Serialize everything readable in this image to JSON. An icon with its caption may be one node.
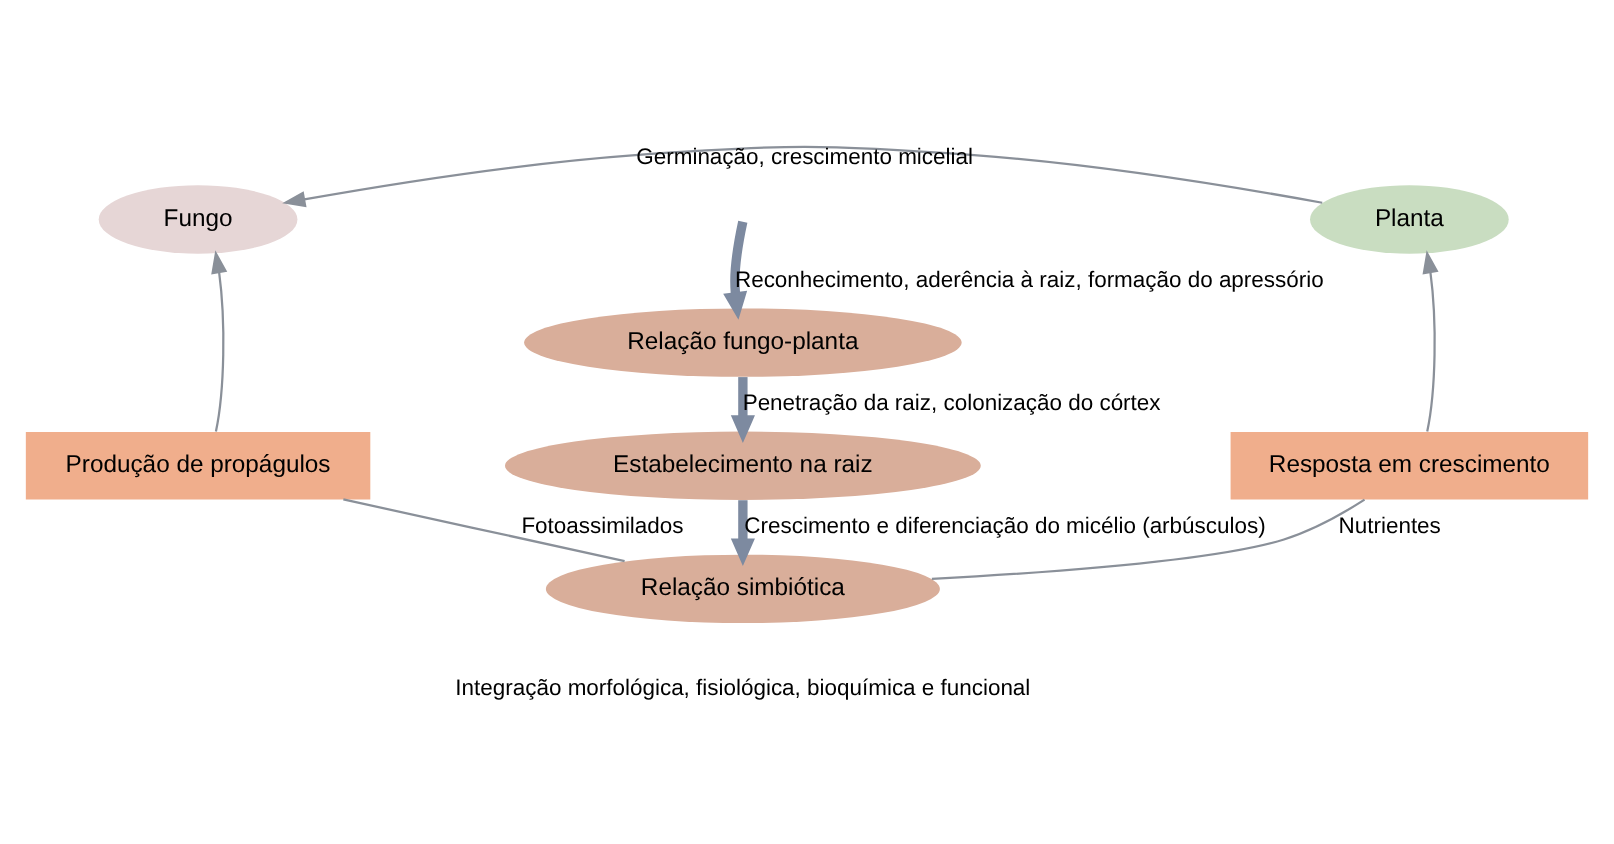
{
  "diagram": {
    "nodes": [
      {
        "text": [
          "Fungo"
        ]
      },
      {
        "text": [
          "Planta"
        ]
      },
      {
        "text": [
          "Relação fungo-planta"
        ]
      },
      {
        "text": [
          "Estabelecimento na raiz"
        ]
      },
      {
        "text": [
          "Relação simbiótica"
        ],
        "beside": [
          "Integração morfológica, fisiológica, bioquímica e funcional"
        ]
      },
      {
        "text": [
          "Produção de propágulos"
        ]
      },
      {
        "text": [
          "Resposta em crescimento"
        ]
      }
    ],
    "edges": [
      {
        "from": 1,
        "to": 0,
        "arrow": "to",
        "label": "Germinação, crescimento micelial"
      },
      {
        "from": null,
        "to": 2,
        "arrow": "to",
        "label": "Reconhecimento, aderência à raiz, formação do apressório",
        "style": "thick",
        "color": "#7d8aa0"
      },
      {
        "from": 2,
        "to": 3,
        "arrow": "to",
        "label": "Penetração da raiz, colonização do córtex",
        "style": "thick",
        "color": "#7d8aa0"
      },
      {
        "from": 3,
        "to": 4,
        "arrow": "to",
        "label": "Crescimento e diferenciação do micélio (arbúsculos)",
        "style": "thick",
        "color": "#7d8aa0"
      },
      {
        "from": 4,
        "to": 5,
        "arrow": "none",
        "label": "Fotoassimilados"
      },
      {
        "from": 5,
        "to": 0,
        "arrow": "to"
      },
      {
        "from": 4,
        "to": 6,
        "arrow": "none",
        "label": "Nutrientes"
      },
      {
        "from": 6,
        "to": 1,
        "arrow": "to"
      }
    ]
  }
}
